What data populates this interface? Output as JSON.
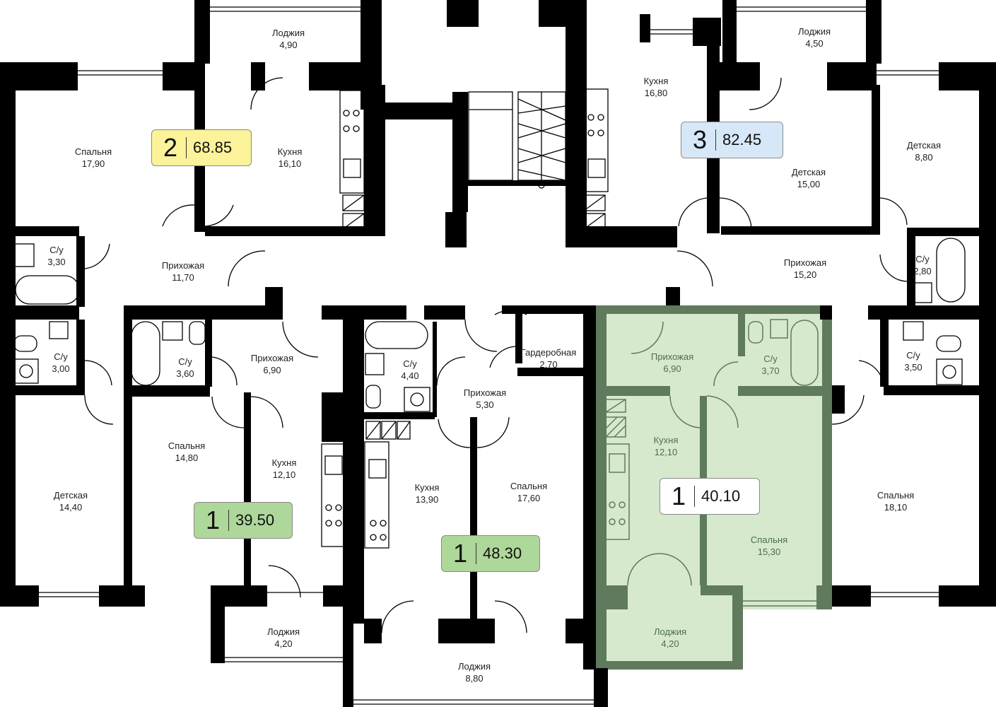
{
  "colors": {
    "wall": "#000000",
    "highlight_fill": "#d6e9cc",
    "highlight_wall": "#5f7a5c",
    "badge_yellow": "#fbf29a",
    "badge_blue": "#d6e8f7",
    "badge_green": "#aed79a",
    "badge_white": "#ffffff"
  },
  "badges": [
    {
      "id": "apt-2",
      "rooms": "2",
      "area": "68.85",
      "color": "#fbf29a"
    },
    {
      "id": "apt-3",
      "rooms": "3",
      "area": "82.45",
      "color": "#d6e8f7"
    },
    {
      "id": "apt-1a",
      "rooms": "1",
      "area": "39.50",
      "color": "#aed79a"
    },
    {
      "id": "apt-1b",
      "rooms": "1",
      "area": "48.30",
      "color": "#aed79a"
    },
    {
      "id": "apt-1c",
      "rooms": "1",
      "area": "40.10",
      "color": "#ffffff"
    }
  ],
  "rooms": [
    {
      "name": "Лоджия",
      "area": "4,90"
    },
    {
      "name": "Спальня",
      "area": "17,90"
    },
    {
      "name": "Кухня",
      "area": "16,10"
    },
    {
      "name": "С/у",
      "area": "3,30"
    },
    {
      "name": "Прихожая",
      "area": "11,70"
    },
    {
      "name": "С/у",
      "area": "3,00"
    },
    {
      "name": "Детская",
      "area": "14,40"
    },
    {
      "name": "С/у",
      "area": "3,60"
    },
    {
      "name": "Прихожая",
      "area": "6,90"
    },
    {
      "name": "Спальня",
      "area": "14,80"
    },
    {
      "name": "Кухня",
      "area": "12,10"
    },
    {
      "name": "Лоджия",
      "area": "4,20"
    },
    {
      "name": "С/у",
      "area": "4,40"
    },
    {
      "name": "Прихожая",
      "area": "5,30"
    },
    {
      "name": "Гардеробная",
      "area": "2,70"
    },
    {
      "name": "Кухня",
      "area": "13,90"
    },
    {
      "name": "Спальня",
      "area": "17,60"
    },
    {
      "name": "Лоджия",
      "area": "8,80"
    },
    {
      "name": "Прихожая",
      "area": "6,90"
    },
    {
      "name": "С/у",
      "area": "3,70"
    },
    {
      "name": "Кухня",
      "area": "12,10"
    },
    {
      "name": "Спальня",
      "area": "15,30"
    },
    {
      "name": "Лоджия",
      "area": "4,20"
    },
    {
      "name": "Лоджия",
      "area": "4,50"
    },
    {
      "name": "Кухня",
      "area": "16,80"
    },
    {
      "name": "Детская",
      "area": "15,00"
    },
    {
      "name": "Детская",
      "area": "8,80"
    },
    {
      "name": "Прихожая",
      "area": "15,20"
    },
    {
      "name": "С/у",
      "area": "2,80"
    },
    {
      "name": "С/у",
      "area": "3,50"
    },
    {
      "name": "Спальня",
      "area": "18,10"
    }
  ]
}
